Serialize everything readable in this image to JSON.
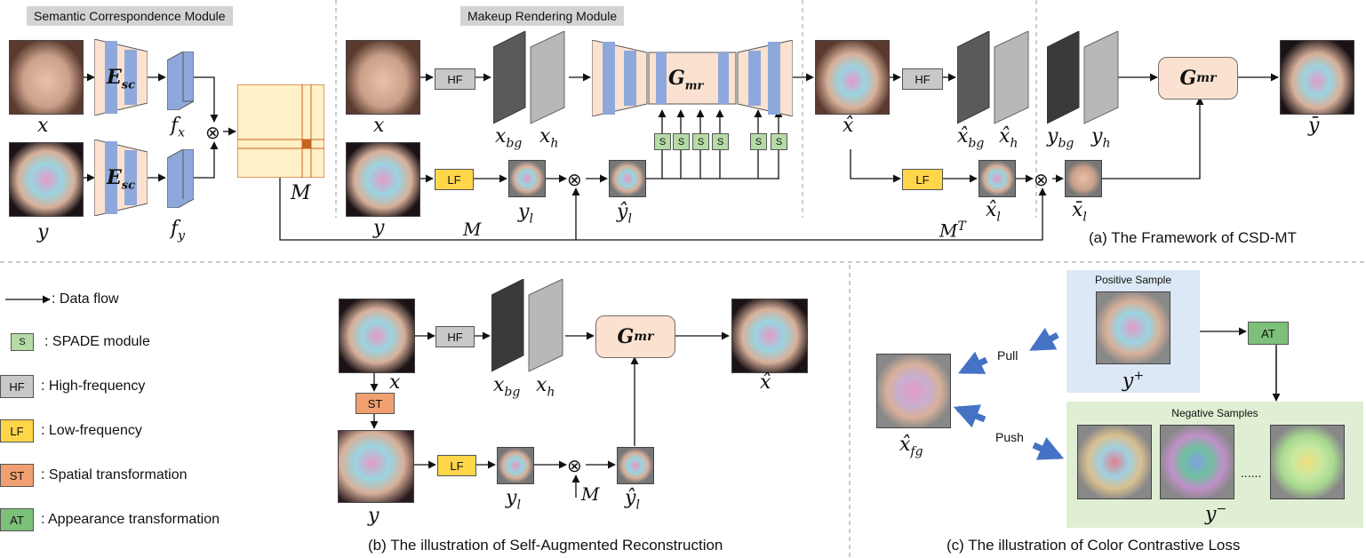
{
  "modules": {
    "semantic": "Semantic Correspondence Module",
    "makeup": "Makeup Rendering Module"
  },
  "labels": {
    "esc": "E",
    "esc_sub": "sc",
    "gmr": "G",
    "gmr_sub": "mr",
    "hf": "HF",
    "lf": "LF",
    "s": "S",
    "st": "ST",
    "at": "AT",
    "otimes": "⊗"
  },
  "math": {
    "x": "x",
    "y": "y",
    "fx": "f",
    "fx_sub": "x",
    "fy": "f",
    "fy_sub": "y",
    "M": "M",
    "xbg": "x",
    "xbg_sub": "bg",
    "xh": "x",
    "xh_sub": "h",
    "yl": "y",
    "yl_sub": "l",
    "yhatl": "ŷ",
    "yhatl_sub": "l",
    "xhat": "x̂",
    "xhatbg": "x̂",
    "xhatbg_sub": "bg",
    "xhath": "x̂",
    "xhath_sub": "h",
    "xhatl": "x̂",
    "xhatl_sub": "l",
    "xbarl": "x̄",
    "xbarl_sub": "l",
    "ybg": "y",
    "ybg_sub": "bg",
    "yh": "y",
    "yh_sub": "h",
    "ybar": "ȳ",
    "MT": "M",
    "MT_sup": "T",
    "xhatfg": "x̂",
    "xhatfg_sub": "fg",
    "yplus": "y",
    "yplus_sup": "+",
    "yminus": "y",
    "yminus_sup": "−"
  },
  "captions": {
    "a": "(a) The Framework of CSD-MT",
    "b": "(b) The illustration of Self-Augmented Reconstruction",
    "c": "(c) The illustration of Color Contrastive Loss"
  },
  "legend": [
    {
      "key": "arrow",
      "text": ": Data flow"
    },
    {
      "key": "S",
      "text": ": SPADE module",
      "color": "#b6dba6"
    },
    {
      "key": "HF",
      "text": ": High-frequency",
      "color": "#c8c8c8"
    },
    {
      "key": "LF",
      "text": ": Low-frequency",
      "color": "#ffd54a"
    },
    {
      "key": "ST",
      "text": ": Spatial transformation",
      "color": "#f0a070"
    },
    {
      "key": "AT",
      "text": ": Appearance transformation",
      "color": "#7cc07a"
    }
  ],
  "contrast": {
    "positive": "Positive Sample",
    "negative": "Negative Samples",
    "pull": "Pull",
    "push": "Push",
    "dots": "......"
  },
  "colors": {
    "encoder_blue": "#8fa8dc",
    "encoder_pink": "#fbe2d0",
    "matrix_fill": "#fff0c8",
    "matrix_line": "#c8641e",
    "positive_bg": "#dce8f5",
    "negative_bg": "#e0efd4",
    "arrow_blue": "#4472c4"
  }
}
